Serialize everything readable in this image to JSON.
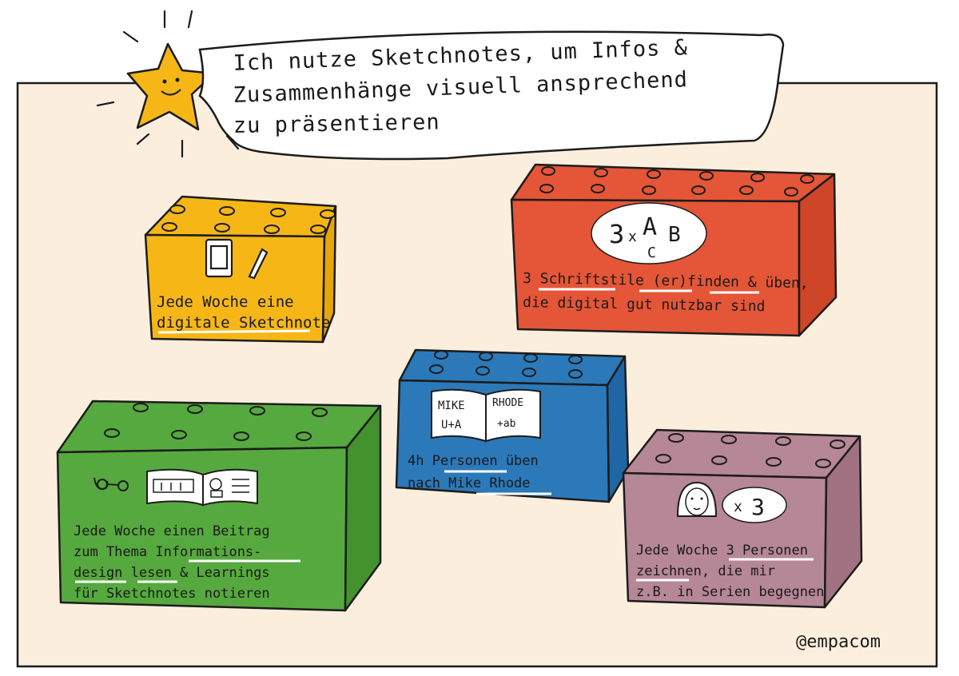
{
  "banner": {
    "lines": [
      "Ich nutze Sketchnotes, um Infos &",
      "Zusammenhänge visuell ansprechend",
      "zu präsentieren"
    ]
  },
  "bricks": {
    "yellow": {
      "color": "#f6b716",
      "lines": [
        "Jede Woche eine",
        "digitale Sketchnote"
      ]
    },
    "red": {
      "color": "#e45637",
      "badge_count": "3",
      "badge_times": "x",
      "badge_letters": [
        "A",
        "B",
        "C"
      ],
      "lines": [
        "3 Schriftstile (er)finden & üben,",
        "die digital gut nutzbar sind"
      ]
    },
    "blue": {
      "color": "#2b79b9",
      "book_left": [
        "MIKE",
        "U+A"
      ],
      "book_right": [
        "RHODE",
        "+ab"
      ],
      "lines": [
        "4h Personen üben",
        "nach Mike Rhode"
      ]
    },
    "green": {
      "color": "#56a93e",
      "lines": [
        "Jede Woche einen Beitrag",
        "zum Thema Informations-",
        "design lesen & Learnings",
        "für Sketchnotes notieren"
      ]
    },
    "purple": {
      "color": "#b68796",
      "badge_times": "x",
      "badge_count": "3",
      "lines": [
        "Jede Woche 3 Personen",
        "zeichnen, die mir",
        "z.B. in Serien begegnen"
      ]
    }
  },
  "signature": "@empacom",
  "colors": {
    "paper": "#fbeedd",
    "star": "#f6b716",
    "ink": "#1c1c1c",
    "banner": "#ffffff"
  }
}
